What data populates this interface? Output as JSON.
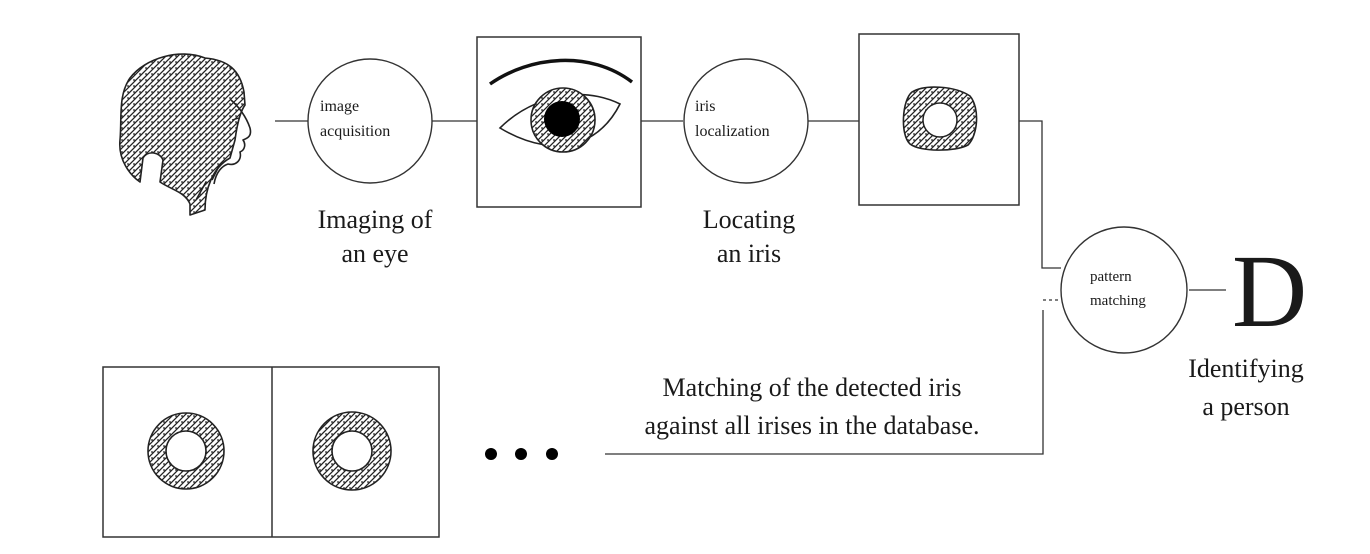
{
  "stages": {
    "acquisition": {
      "label_line1": "image",
      "label_line2": "acquisition"
    },
    "localization": {
      "label_line1": "iris",
      "label_line2": "localization"
    },
    "matching": {
      "label_line1": "pattern",
      "label_line2": "matching"
    }
  },
  "captions": {
    "imaging": {
      "line1": "Imaging of",
      "line2": "an eye"
    },
    "locating": {
      "line1": "Locating",
      "line2": "an iris"
    },
    "matching": {
      "line1": "Matching of the detected iris",
      "line2": "against all irises in the database."
    },
    "identifying": {
      "line1": "Identifying",
      "line2": "a person"
    }
  },
  "result_letter": "D",
  "colors": {
    "ink": "#1a1a1a",
    "paper": "#ffffff"
  }
}
